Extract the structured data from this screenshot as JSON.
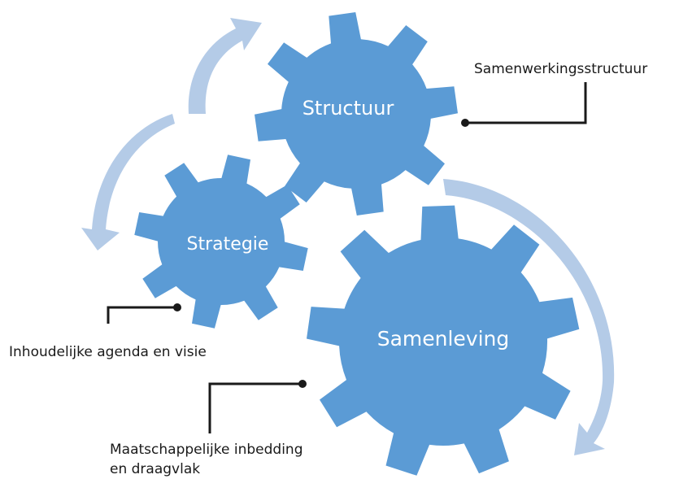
{
  "gears": {
    "structuur": {
      "label": "Structuur"
    },
    "strategie": {
      "label": "Strategie"
    },
    "samenleving": {
      "label": "Samenleving"
    }
  },
  "callouts": {
    "structuur": "Samenwerkingsstructuur",
    "strategie": "Inhoudelijke agenda en visie",
    "samenleving_line1": "Maatschappelijke inbedding",
    "samenleving_line2": "en draagvlak"
  },
  "colors": {
    "gear": "#5b9bd5",
    "arrow": "#b4cbe7",
    "callout_line": "#1a1a1a"
  }
}
